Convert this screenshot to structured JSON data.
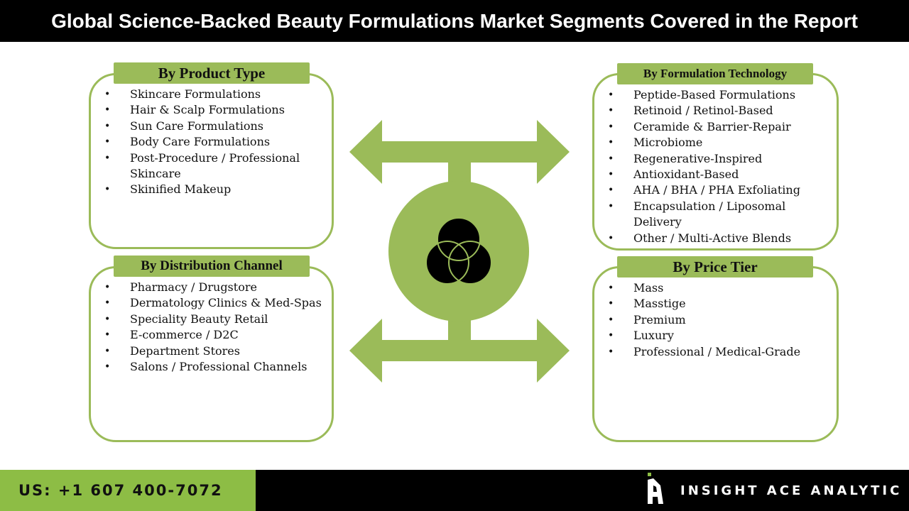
{
  "title": "Global Science-Backed Beauty Formulations Market Segments Covered in the Report",
  "segments": {
    "product_type": {
      "label": "By Product Type",
      "items": [
        "Skincare Formulations",
        "Hair & Scalp Formulations",
        "Sun Care Formulations",
        "Body Care Formulations",
        "Post-Procedure / Professional Skincare",
        "Skinified Makeup"
      ]
    },
    "formulation_technology": {
      "label": "By Formulation Technology",
      "items": [
        "Peptide-Based Formulations",
        "Retinoid / Retinol-Based",
        "Ceramide & Barrier-Repair",
        "Microbiome",
        "Regenerative-Inspired",
        "Antioxidant-Based",
        "AHA / BHA / PHA Exfoliating",
        "Encapsulation / Liposomal Delivery",
        "Other / Multi-Active Blends"
      ]
    },
    "distribution_channel": {
      "label": "By Distribution Channel",
      "items": [
        "Pharmacy / Drugstore",
        "Dermatology Clinics & Med-Spas",
        "Speciality Beauty Retail",
        "E-commerce / D2C",
        "Department Stores",
        "Salons / Professional Channels"
      ]
    },
    "price_tier": {
      "label": "By Price Tier",
      "items": [
        "Mass",
        "Masstige",
        "Premium",
        "Luxury",
        "Professional / Medical-Grade"
      ]
    }
  },
  "center_icon": "venn-three-circles-icon",
  "colors": {
    "accent_green": "#9bbb59",
    "footer_green": "#8dbd45",
    "dark": "#000000"
  },
  "footer": {
    "phone": "US: +1 607 400-7072",
    "brand": "INSIGHT ACE ANALYTIC",
    "logo_icon": "insight-ace-logo-icon"
  }
}
